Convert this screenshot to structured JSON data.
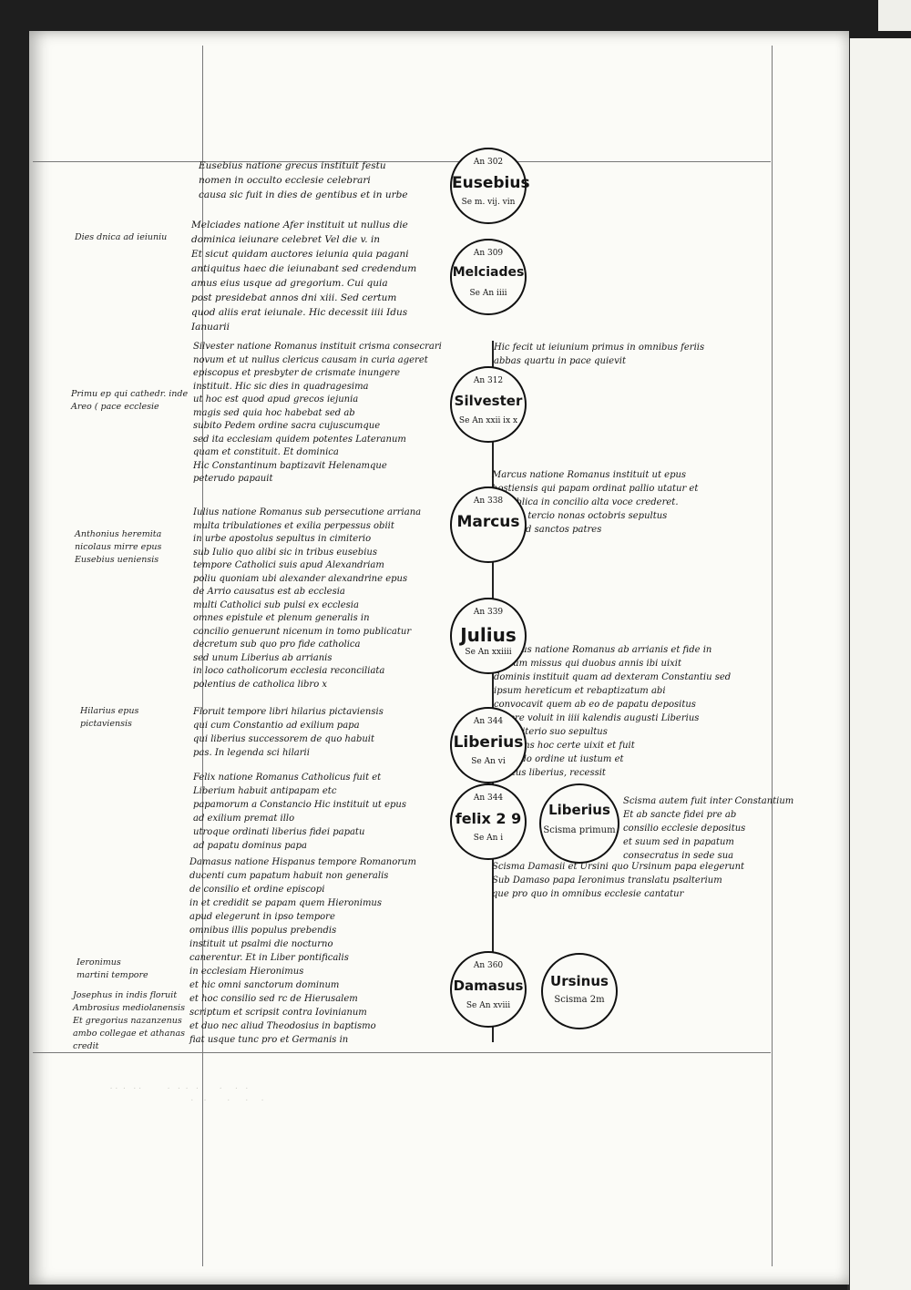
{
  "popes": [
    {
      "year": "An 302",
      "name": "Eusebius",
      "sub": "Se m. vij. vin"
    },
    {
      "year": "An 309",
      "name": "Melciades",
      "sub": "Se An iiii"
    },
    {
      "year": "An 312",
      "name": "Silvester",
      "sub": "Se An xxii ix x"
    },
    {
      "year": "An 338",
      "name": "Marcus",
      "sub": ""
    },
    {
      "year": "An 339",
      "name": "Julius",
      "sub": "Se An xxiiii"
    },
    {
      "year": "An 344",
      "name": "Liberius",
      "sub": "Se An vi"
    },
    {
      "year": "An 344",
      "name": "felix 2 9",
      "sub": "Se An i"
    },
    {
      "year": "An 360",
      "name": "Damasus",
      "sub": "Se An xviii"
    }
  ],
  "schisms": [
    {
      "name": "Liberius",
      "sub": "Scisma primum"
    },
    {
      "name": "Ursinus",
      "sub": "Scisma 2m"
    }
  ],
  "marginalia": [
    "Dies dnica ad ieiuniu",
    "Primu ep qui cathedr. inde\nAreo ( pace ecclesie",
    "Anthonius heremita\nnicolaus mirre epus\nEusebius ueniensis",
    "Hilarius epus\npictaviensis",
    "Ieronimus\nmartini tempore",
    "Josephus in indis floruit\nAmbrosius mediolanensis\nEt gregorius nazanzenus\nambo collegae et athanas\ncredit"
  ],
  "main_text": [
    "Eusebius natione grecus instituit festu\nnomen in occulto ecclesie celebrari\ncausa sic fuit in dies de gentibus et in urbe",
    "Melciades natione Afer instituit ut nullus die\ndominica ieiunare celebret Vel die v. in\nEt sicut quidam auctores ieiunia quia pagani\nantiquitus haec die ieiunabant sed credendum\namus eius usque ad gregorium. Cui quia\npost presidebat annos dni xiii. Sed certum\nquod aliis erat ieiunale. Hic decessit iiii Idus\nIanuarii",
    "Silvester natione Romanus instituit crisma consecrari\nnovum et ut nullus clericus causam in curia ageret\nepiscopus et presbyter de crismate inungere\ninstituit. Hic sic dies in quadragesima\nut hoc est quod apud grecos iejunia\nmagis sed quia hoc habebat sed ab\nsubito Pedem ordine sacra cujuscumque\nsed ita ecclesiam quidem potentes Lateranum\nquam et constituit. Et dominica\nHic Constantinum baptizavit Helenamque\npeterudo papauit",
    "Iulius natione Romanus sub persecutione arriana\nmulta tribulationes et exilia perpessus obiit\nin urbe apostolus sepultus in cimiterio\nsub Iulio quo alibi sic in tribus eusebius\ntempore Catholici suis apud Alexandriam\npoliu quoniam ubi alexander alexandrine epus\nde Arrio causatus est ab ecclesia\nmulti Catholici sub pulsi ex ecclesia\nomnes epistule et plenum generalis in\nconcilio genuerunt nicenum in tomo publicatur\ndecretum sub quo pro fide catholica\nsed unum Liberius ab arrianis\nin loco catholicorum ecclesia reconciliata\npolentius de catholica libro x",
    "Floruit tempore libri hilarius pictaviensis\nqui cum Constantio ad exilium papa\nqui liberius successorem de quo habuit\npas. In legenda sci hilarii",
    "Felix natione Romanus Catholicus fuit et\nLiberium habuit antipapam etc\npapamorum a Constancio Hic instituit ut epus\nad exilium premat illo\nutroque ordinati liberius fidei papatu\nad papatu dominus papa",
    "Damasus natione Hispanus tempore Romanorum\nducenti cum papatum habuit non generalis\nde consilio et ordine episcopi\nin et credidit se papam quem Hieronimus\napud elegerunt in ipso tempore\nomnibus illis populus prebendis\ninstituit ut psalmi die nocturno\ncanerentur. Et in Liber pontificalis\nin ecclesiam Hieronimus\net hic omni sanctorum dominum\net hoc consilio sed rc de Hierusalem\nscriptum et scripsit contra Iovinianum\net duo nec aliud Theodosius in baptismo\nfiat usque tunc pro et Germanis in"
  ],
  "right_text": [
    "Hic fecit ut ieiunium primus in omnibus feriis\nabbas quartu in pace quievit",
    "Marcus natione Romanus instituit ut epus\nhostiensis qui papam ordinat pallio utatur et\nut publica in concilio alta voce crederet.\nHic die tercio nonas octobris sepultus\nest apud sanctos patres",
    "Liberius natione Romanus ab arrianis et fide in\nexilium missus qui duobus annis ibi uixit\ndominis instituit quam ad dexteram Constantiu sed\nipsum hereticum et rebaptizatum abi\nconvocavit quem ab eo de papatu depositus\nrapere voluit in iiii kalendis augusti Liberius\nin cimiterio suo sepultus\nconstans hoc certe uixit et fuit\nsecundo ordine ut iustum et\nrelatus liberius, recessit",
    "Scisma autem fuit inter Constantium\nEt ab sancte fidei pre ab\nconsilio ecclesie depositus\net suum sed in papatum\nconsecratus in sede sua",
    "Scisma Damasii et Ursini quo Ursinum papa elegerunt\nSub Damaso papa Ieronimus translatu psalterium\nque pro quo in omnibus ecclesie cantatur"
  ]
}
